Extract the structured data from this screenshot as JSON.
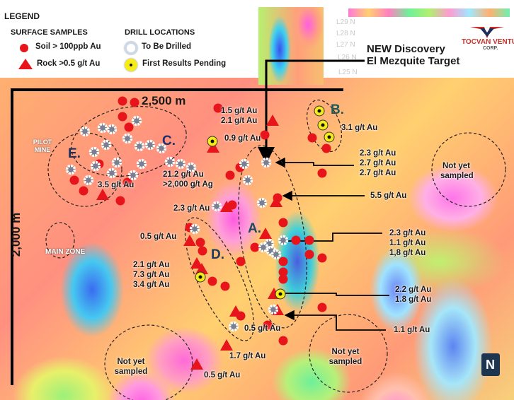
{
  "legend": {
    "title": "LEGEND",
    "surface_samples": {
      "heading": "SURFACE SAMPLES",
      "items": [
        {
          "icon": "red-circle-icon",
          "label": "Soil > 100ppb Au"
        },
        {
          "icon": "red-triangle-icon",
          "label": "Rock >0.5 g/t Au"
        }
      ]
    },
    "drill_locations": {
      "heading": "DRILL LOCATIONS",
      "items": [
        {
          "icon": "white-ring-icon",
          "label": "To Be Drilled"
        },
        {
          "icon": "yellow-ring-icon",
          "label": "First Results Pending"
        }
      ]
    }
  },
  "logo": {
    "name": "TOCVAN VENTURES",
    "sub": "CORP."
  },
  "grid_lines": [
    "L29 N",
    "L28 N",
    "L27 N",
    "L26 N",
    "L25 N"
  ],
  "callout": {
    "line1": "NEW Discovery",
    "line2": "El Mezquite Target"
  },
  "scale": {
    "horizontal": "2,500 m",
    "vertical": "2,000 m"
  },
  "zones": {
    "a": "A.",
    "b": "B.",
    "c": "C.",
    "d": "D.",
    "e": "E.",
    "pilot_mine": "PILOT MINE",
    "main_zone": "MAIN ZONE"
  },
  "assays": {
    "a1": [
      "1.5 g/t Au",
      "2.1 g/t Au"
    ],
    "a2": [
      "0.9 g/t Au"
    ],
    "a3": [
      "3.1 g/t Au"
    ],
    "a4": [
      "21.2 g/t Au",
      ">2,000 g/t Ag"
    ],
    "a5": [
      "3.5 g/t Au"
    ],
    "a6": [
      "2.3 g/t Au"
    ],
    "a7": [
      "2.3 g/t Au",
      "2.7 g/t Au",
      "2.7 g/t Au"
    ],
    "a8": [
      "5.5 g/t Au"
    ],
    "a9": [
      "2.3 g/t Au",
      "1.1 g/t Au",
      "1,8 g/t Au"
    ],
    "a10": [
      "0.5 g/t Au"
    ],
    "a11": [
      "2.1 g/t Au",
      "7.3 g/t Au",
      "3.4 g/t Au"
    ],
    "a12": [
      "2.2 g/t Au",
      "1.8 g/t Au"
    ],
    "a13": [
      "0.5 g/t Au"
    ],
    "a14": [
      "1.1 g/t Au"
    ],
    "a15": [
      "1.7 g/t Au"
    ],
    "a16": [
      "0.5 g/t Au"
    ]
  },
  "not_sampled": [
    "Not yet sampled",
    "Not yet sampled",
    "Not yet sampled"
  ],
  "north": "N",
  "colors": {
    "soil": "#e8141b",
    "rock": "#e8141b",
    "pending": "#f5ec1a",
    "accent_zone": "#1e4a5a"
  }
}
